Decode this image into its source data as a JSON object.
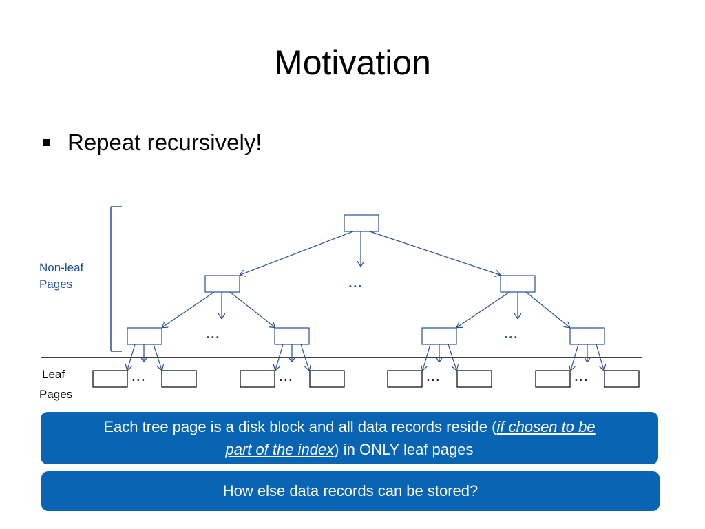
{
  "slide": {
    "title": "Motivation",
    "bullet": "Repeat recursively!"
  },
  "diagram": {
    "non_leaf_label_line1": "Non-leaf",
    "non_leaf_label_line2": "Pages",
    "leaf_label_line1": "Leaf",
    "leaf_label_line2": "Pages",
    "label_color": "#1f4e99",
    "line_color": "#2a4f8f",
    "ellipsis": "• • •"
  },
  "callouts": {
    "first": {
      "text_before": "Each tree page is a disk block and all data records reside (",
      "emphasis_1": "if chosen to be",
      "emphasis_2": "part of the index",
      "text_after": ") in ONLY leaf pages"
    },
    "second": "How else data records can be stored?",
    "background": "#0a64b4"
  }
}
